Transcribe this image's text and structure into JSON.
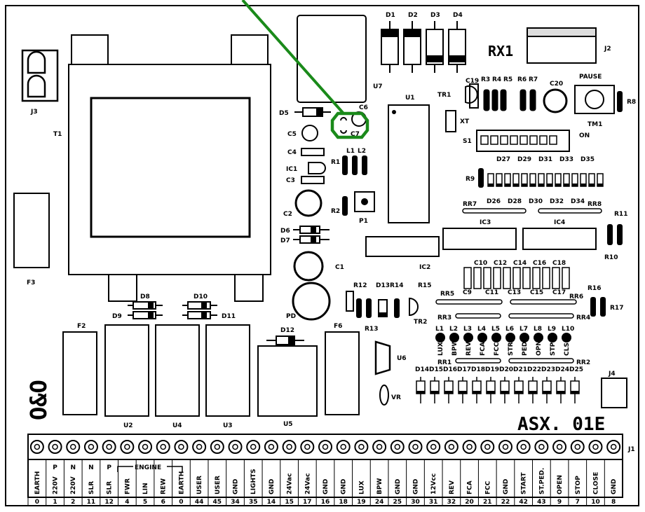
{
  "board": {
    "model": "ASX. 01E",
    "brand": "O&O",
    "receiver": "RX1",
    "pause_label": "PAUSE",
    "on_label": "ON"
  },
  "components": {
    "t1": "T1",
    "j3": "J3",
    "f3": "F3",
    "f2": "F2",
    "f6": "F6",
    "u2": "U2",
    "u4": "U4",
    "u3": "U3",
    "u5": "U5",
    "u6": "U6",
    "u7": "U7",
    "u1": "U1",
    "ic1": "IC1",
    "ic2": "IC2",
    "ic3": "IC3",
    "ic4": "IC4",
    "j1": "J1",
    "j2": "J2",
    "j4": "J4",
    "d1": "D1",
    "d2": "D2",
    "d3": "D3",
    "d4": "D4",
    "d5": "D5",
    "d6": "D6",
    "d7": "D7",
    "d8": "D8",
    "d9": "D9",
    "d10": "D10",
    "d11": "D11",
    "d12": "D12",
    "d13": "D13",
    "c1": "C1",
    "c2": "C2",
    "c3": "C3",
    "c4": "C4",
    "c5": "C5",
    "c6": "C6",
    "c7": "C7",
    "c19": "C19",
    "c20": "C20",
    "r1": "R1",
    "r2": "R2",
    "r3": "R3",
    "r4": "R4",
    "r5": "R5",
    "r6": "R6",
    "r7": "R7",
    "r8": "R8",
    "r9": "R9",
    "r10": "R10",
    "r11": "R11",
    "r12": "R12",
    "r13": "R13",
    "r14": "R14",
    "r15": "R15",
    "r16": "R16",
    "r17": "R17",
    "l1_top": "L1",
    "l2_top": "L2",
    "rr1": "RR1",
    "rr2": "RR2",
    "rr3": "RR3",
    "rr4": "RR4",
    "rr5": "RR5",
    "rr6": "RR6",
    "rr7": "RR7",
    "rr8": "RR8",
    "p1": "P1",
    "pd": "PD",
    "tr1": "TR1",
    "tr2": "TR2",
    "tm1": "TM1",
    "s1": "S1",
    "xt": "XT",
    "vr": "VR"
  },
  "rows": {
    "d_upper": [
      "D27",
      "D29",
      "D31",
      "D33",
      "D35"
    ],
    "d_lower": [
      "D26",
      "D28",
      "D30",
      "D32",
      "D34"
    ],
    "c_upper": [
      "C10",
      "C12",
      "C14",
      "C16",
      "C18"
    ],
    "c_lower": [
      "C9",
      "C11",
      "C13",
      "C15",
      "C17"
    ],
    "leds": [
      "L1",
      "L2",
      "L3",
      "L4",
      "L5",
      "L6",
      "L7",
      "L8",
      "L9",
      "L10"
    ],
    "led_names": [
      "LUX",
      "BPW",
      "REV",
      "FCA",
      "FCC",
      "STR",
      "PED",
      "OPN",
      "STP",
      "CLS"
    ],
    "d_bottom": [
      "D14",
      "D15",
      "D16",
      "D17",
      "D18",
      "D19",
      "D20",
      "D21",
      "D22",
      "D23",
      "D24",
      "D25"
    ]
  },
  "terminal": {
    "engine_label": "ENGINE",
    "top_labels": [
      "",
      "P",
      "N",
      "N",
      "P",
      "",
      "",
      "",
      "",
      "",
      "",
      "",
      "",
      "",
      "",
      "",
      "",
      "",
      "",
      "",
      "",
      "",
      "",
      "",
      "",
      "",
      "",
      "",
      "",
      "",
      "",
      "",
      "",
      ""
    ],
    "labels": [
      "EARTH",
      "220V",
      "220V",
      "SLR",
      "SLR",
      "FWR",
      "LIN",
      "REW",
      "EARTH",
      "USER",
      "USER",
      "GND",
      "LIGHTS",
      "GND",
      "24Vac",
      "24Vac",
      "GND",
      "GND",
      "LUX",
      "BPW",
      "GND",
      "GND",
      "12Vcc",
      "REV",
      "FCA",
      "FCC",
      "GND",
      "START",
      "ST.PED.",
      "OPEN",
      "STOP",
      "CLOSE",
      "GND"
    ],
    "numbers": [
      "0",
      "1",
      "2",
      "11",
      "12",
      "4",
      "5",
      "6",
      "0",
      "44",
      "45",
      "34",
      "35",
      "14",
      "15",
      "17",
      "16",
      "18",
      "19",
      "24",
      "25",
      "30",
      "31",
      "32",
      "20",
      "21",
      "22",
      "42",
      "43",
      "9",
      "7",
      "10",
      "8"
    ]
  },
  "highlight_color": "#1a8a1a"
}
